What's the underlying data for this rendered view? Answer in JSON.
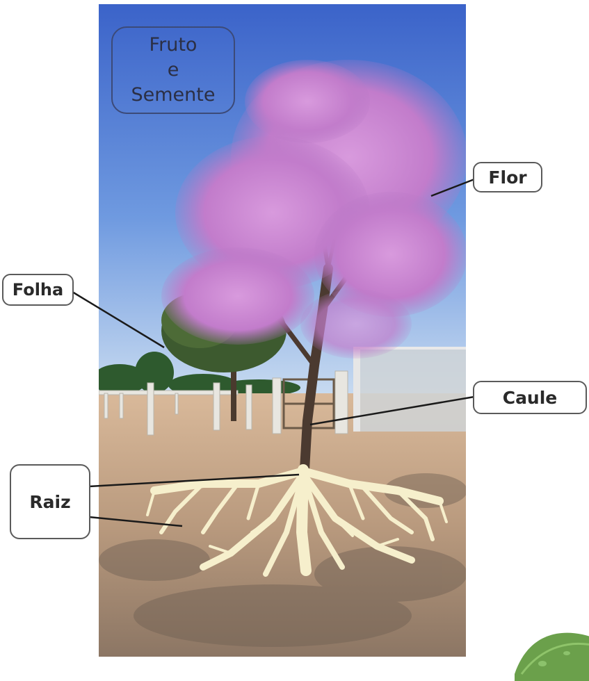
{
  "title": {
    "line1": "Fruto",
    "line2": "e",
    "line3": "Semente"
  },
  "labels": {
    "flor": "Flor",
    "folha": "Folha",
    "caule": "Caule",
    "raiz": "Raiz"
  },
  "colors": {
    "sky_top": "#3f6fd0",
    "sky_bottom": "#bcd3ef",
    "blossom": "#c97fd0",
    "soil": "#c9a98a",
    "root": "#f8f1cf",
    "leader_line": "#1a1a1a"
  },
  "icons": {
    "corner_decoration": "leaf-icon"
  }
}
